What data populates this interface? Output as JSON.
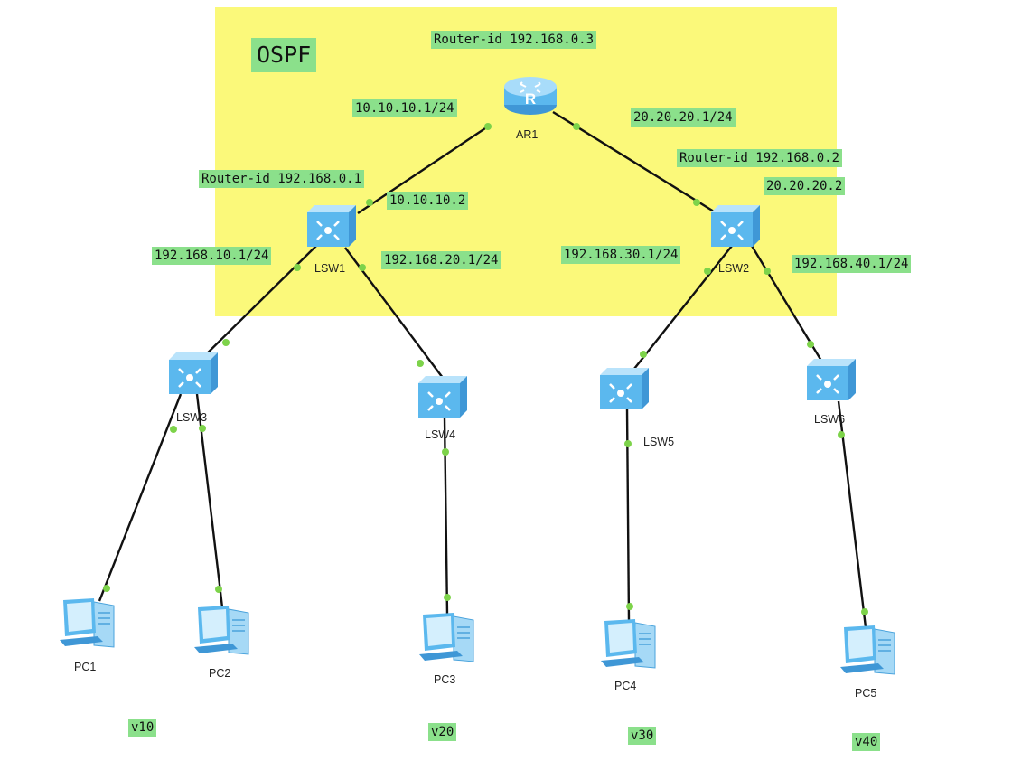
{
  "area": {
    "title": "OSPF",
    "color": "#fbf97a"
  },
  "colors": {
    "label_bg": "#8be08b",
    "link": "#111111",
    "port": "#7dd34a",
    "device": "#5bb8ee"
  },
  "devices": {
    "ar1": "AR1",
    "lsw1": "LSW1",
    "lsw2": "LSW2",
    "lsw3": "LSW3",
    "lsw4": "LSW4",
    "lsw5": "LSW5",
    "lsw6": "LSW6",
    "pc1": "PC1",
    "pc2": "PC2",
    "pc3": "PC3",
    "pc4": "PC4",
    "pc5": "PC5"
  },
  "annotations": {
    "ar1_router_id": "Router-id  192.168.0.3",
    "lsw1_router_id": "Router-id  192.168.0.1",
    "lsw2_router_id": "Router-id  192.168.0.2",
    "ar1_if_to_lsw1": "10.10.10.1/24",
    "ar1_if_to_lsw2": "20.20.20.1/24",
    "lsw1_if_to_ar1": "10.10.10.2",
    "lsw2_if_to_ar1": "20.20.20.2",
    "lsw1_vlan10": "192.168.10.1/24",
    "lsw1_vlan20": "192.168.20.1/24",
    "lsw2_vlan30": "192.168.30.1/24",
    "lsw2_vlan40": "192.168.40.1/24"
  },
  "vlans": {
    "v10": "v10",
    "v20": "v20",
    "v30": "v30",
    "v40": "v40"
  },
  "links": [
    [
      "ar1",
      "lsw1"
    ],
    [
      "ar1",
      "lsw2"
    ],
    [
      "lsw1",
      "lsw3"
    ],
    [
      "lsw1",
      "lsw4"
    ],
    [
      "lsw2",
      "lsw5"
    ],
    [
      "lsw2",
      "lsw6"
    ],
    [
      "lsw3",
      "pc1"
    ],
    [
      "lsw3",
      "pc2"
    ],
    [
      "lsw4",
      "pc3"
    ],
    [
      "lsw5",
      "pc4"
    ],
    [
      "lsw6",
      "pc5"
    ]
  ],
  "icons": {
    "router": "router-icon",
    "switch": "switch-icon",
    "pc": "pc-icon"
  }
}
